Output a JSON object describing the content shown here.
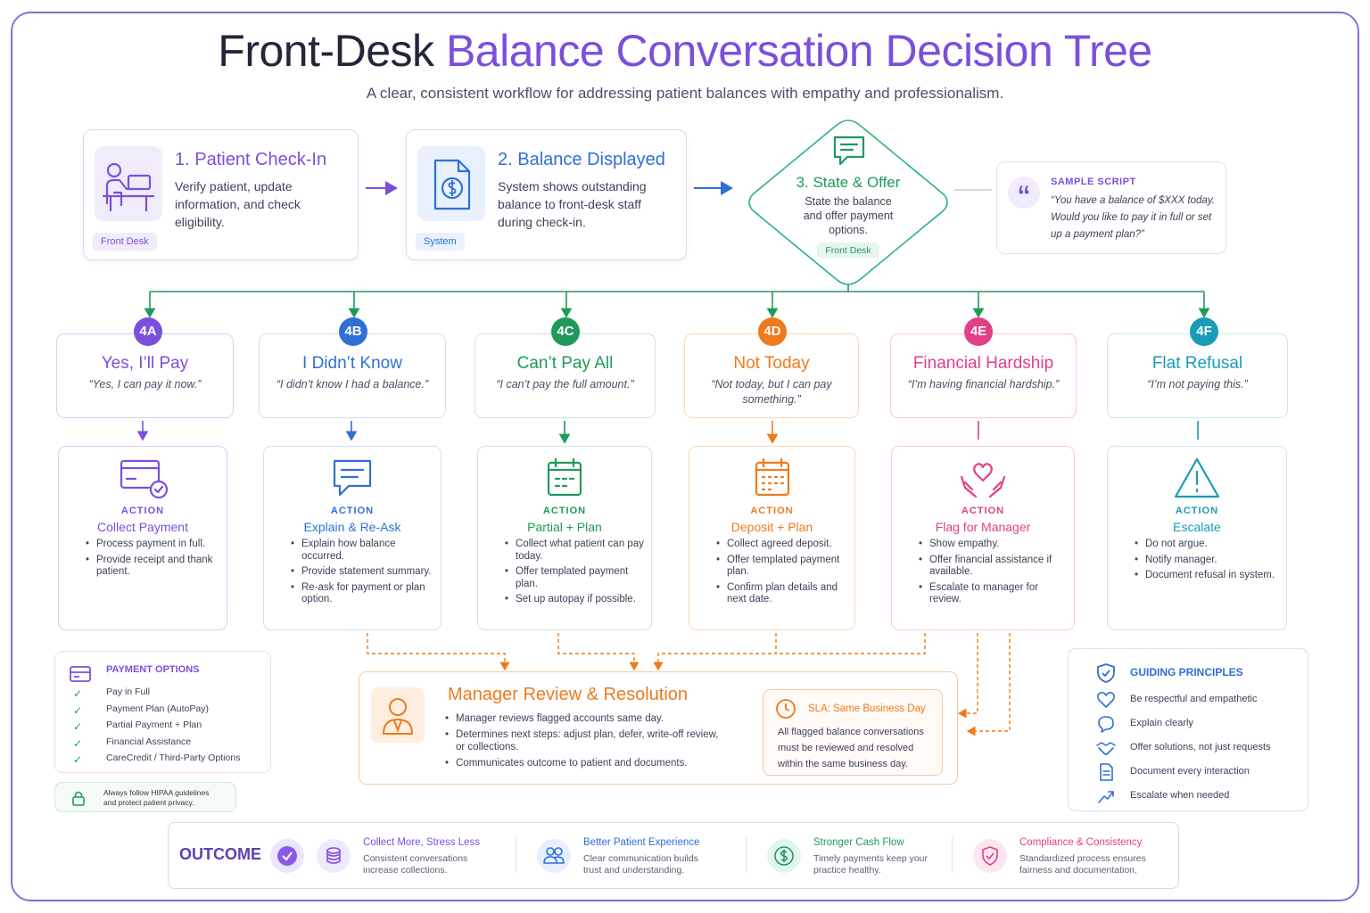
{
  "header": {
    "title_prefix": "Front-Desk ",
    "title_accent": "Balance Conversation Decision Tree",
    "subtitle": "A clear, consistent workflow for addressing patient balances with empathy and professionalism."
  },
  "steps": [
    {
      "title": "1. Patient Check-In",
      "desc": "Verify patient, update information, and check eligibility.",
      "tag": "Front Desk",
      "icon": "person-at-computer-icon"
    },
    {
      "title": "2. Balance Displayed",
      "desc": "System shows outstanding balance to front-desk staff during check-in.",
      "tag": "System",
      "icon": "dollar-document-icon"
    },
    {
      "title": "3. State & Offer",
      "desc": "State the balance and offer payment options.",
      "tag": "Front Desk",
      "icon": "chat-bubble-icon"
    }
  ],
  "sample_script": {
    "label": "SAMPLE SCRIPT",
    "text": "“You have a balance of $XXX today. Would you like to pay it in full or set up a payment plan?”"
  },
  "responses": [
    {
      "id": "4A",
      "title": "Yes, I’ll Pay",
      "quote": "“Yes, I can pay it now.”",
      "color": "#7b4fdc",
      "action_label": "ACTION",
      "action_title": "Collect Payment",
      "icon": "card-check-icon",
      "bullets": [
        "Process payment in full.",
        "Provide receipt and thank patient."
      ]
    },
    {
      "id": "4B",
      "title": "I Didn’t Know",
      "quote": "“I didn’t know I had a balance.”",
      "color": "#2f6fd6",
      "action_label": "ACTION",
      "action_title": "Explain & Re-Ask",
      "icon": "chat-bubble-icon",
      "bullets": [
        "Explain how balance occurred.",
        "Provide statement summary.",
        "Re-ask for payment or plan option."
      ]
    },
    {
      "id": "4C",
      "title": "Can’t Pay All",
      "quote": "“I can’t pay the full amount.”",
      "color": "#1f9a5a",
      "action_label": "ACTION",
      "action_title": "Partial + Plan",
      "icon": "calendar-icon",
      "bullets": [
        "Collect what patient can pay today.",
        "Offer templated payment plan.",
        "Set up autopay if possible."
      ]
    },
    {
      "id": "4D",
      "title": "Not Today",
      "quote": "“Not today, but I can pay something.”",
      "color": "#ee7a1d",
      "action_label": "ACTION",
      "action_title": "Deposit + Plan",
      "icon": "calendar-grid-icon",
      "bullets": [
        "Collect agreed deposit.",
        "Offer templated payment plan.",
        "Confirm plan details and next date."
      ]
    },
    {
      "id": "4E",
      "title": "Financial Hardship",
      "quote": "“I’m having financial hardship.”",
      "color": "#e23f86",
      "action_label": "ACTION",
      "action_title": "Flag for Manager",
      "icon": "heart-hands-icon",
      "bullets": [
        "Show empathy.",
        "Offer financial assistance if available.",
        "Escalate to manager for review."
      ]
    },
    {
      "id": "4F",
      "title": "Flat Refusal",
      "quote": "“I’m not paying this.”",
      "color": "#1a9bb8",
      "action_label": "ACTION",
      "action_title": "Escalate",
      "icon": "warning-triangle-icon",
      "bullets": [
        "Do not argue.",
        "Notify manager.",
        "Document refusal in system."
      ]
    }
  ],
  "payment_options": {
    "title": "PAYMENT OPTIONS",
    "items": [
      "Pay in Full",
      "Payment Plan (AutoPay)",
      "Partial Payment + Plan",
      "Financial Assistance",
      "CareCredit / Third-Party Options"
    ]
  },
  "hipaa_note": [
    "Always follow HIPAA guidelines",
    "and protect patient privacy."
  ],
  "manager_review": {
    "title": "Manager Review & Resolution",
    "bullets": [
      "Manager reviews flagged accounts same day.",
      "Determines next steps: adjust plan, defer, write-off review, or collections.",
      "Communicates outcome to patient and documents."
    ],
    "sla_title": "SLA: Same Business Day",
    "sla_text": "All flagged balance conversations must be reviewed and resolved within the same business day."
  },
  "guiding_principles": {
    "title": "GUIDING PRINCIPLES",
    "items": [
      {
        "text": "Be respectful and empathetic",
        "icon": "heart-icon"
      },
      {
        "text": "Explain clearly",
        "icon": "speech-bubble-icon"
      },
      {
        "text": "Offer solutions, not just requests",
        "icon": "handshake-icon"
      },
      {
        "text": "Document every interaction",
        "icon": "document-icon"
      },
      {
        "text": "Escalate when needed",
        "icon": "trend-up-arrow-icon"
      }
    ]
  },
  "outcome": {
    "label": "OUTCOME",
    "items": [
      {
        "title": "Collect More, Stress Less",
        "desc": [
          "Consistent conversations",
          "increase collections."
        ],
        "color": "#7b4fdc",
        "icon": "coins-icon"
      },
      {
        "title": "Better Patient Experience",
        "desc": [
          "Clear communication builds",
          "trust and understanding."
        ],
        "color": "#2f6fd6",
        "icon": "people-icon"
      },
      {
        "title": "Stronger Cash Flow",
        "desc": [
          "Timely payments keep your",
          "practice healthy."
        ],
        "color": "#1f9a5a",
        "icon": "dollar-circle-icon"
      },
      {
        "title": "Compliance & Consistency",
        "desc": [
          "Standardized process ensures",
          "fairness and documentation."
        ],
        "color": "#e23f86",
        "icon": "shield-check-icon"
      }
    ]
  }
}
